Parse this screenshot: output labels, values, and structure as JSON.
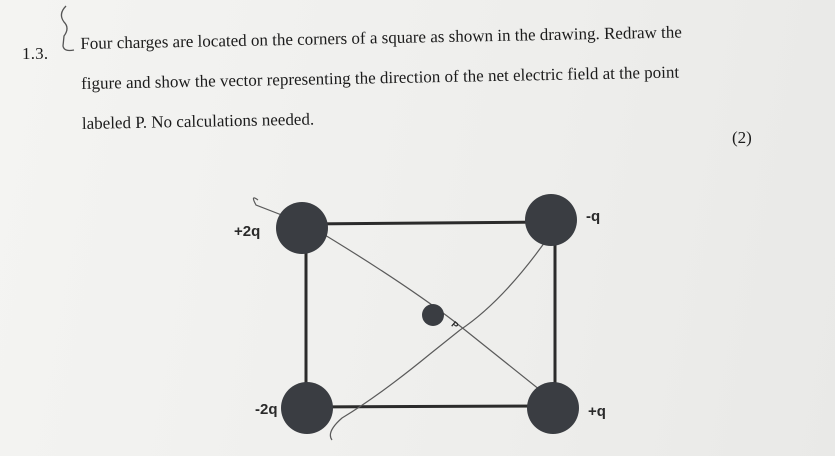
{
  "question": {
    "number": "1.3.",
    "lines": [
      "Four charges are located on the corners of a square as shown in the drawing. Redraw the",
      "figure and show the vector representing  the direction of the net electric field at the point",
      "labeled P. No calculations needed."
    ],
    "marks": "(2)"
  },
  "diagram": {
    "charges": {
      "top_left": "+2q",
      "top_right": "-q",
      "bottom_left": "-2q",
      "bottom_right": "+q"
    },
    "point_label": "P"
  },
  "colors": {
    "charge_fill": "#3a3d42",
    "square_line": "#2b2b2b",
    "pencil": "#555555"
  }
}
